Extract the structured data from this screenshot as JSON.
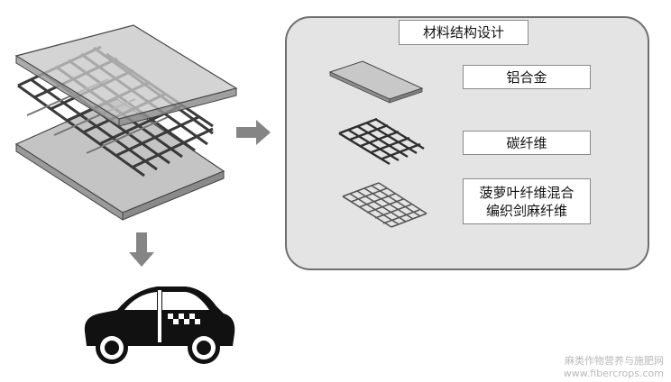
{
  "panel": {
    "title": "材料结构设计",
    "items": [
      {
        "label": "铝合金"
      },
      {
        "label": "碳纤维"
      },
      {
        "label_line1": "菠萝叶纤维混合",
        "label_line2": "编织剑麻纤维"
      }
    ]
  },
  "watermark": {
    "line1": "麻类作物营养与施肥网",
    "line2": "www.fibercrops.com"
  },
  "colors": {
    "panel_bg": "#e4e4e4",
    "panel_border": "#6f6f6f",
    "arrow": "#858585",
    "sheet": "#c6c6c6",
    "mesh": "#3a3a3a",
    "car": "#111111"
  },
  "icons": [
    "laminate-stack-icon",
    "right-arrow-icon",
    "down-arrow-icon",
    "car-icon",
    "aluminum-sheet-icon",
    "carbon-fiber-mesh-icon",
    "natural-fiber-mesh-icon"
  ]
}
